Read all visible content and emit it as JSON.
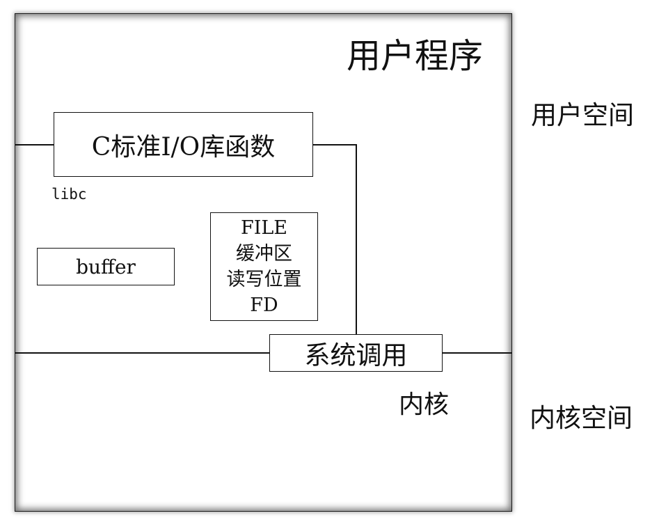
{
  "program_title": "用户程序",
  "user_space_label": "用户空间",
  "kernel_space_label": "内核空间",
  "libc_box": {
    "label": "C标准I/O库函数"
  },
  "libc_label": "libc",
  "buffer_box": {
    "label": "buffer"
  },
  "file_box": {
    "lines": [
      "FILE",
      "缓冲区",
      "读写位置",
      "FD"
    ]
  },
  "syscall_box": {
    "label": "系统调用"
  },
  "kernel_label": "内核"
}
